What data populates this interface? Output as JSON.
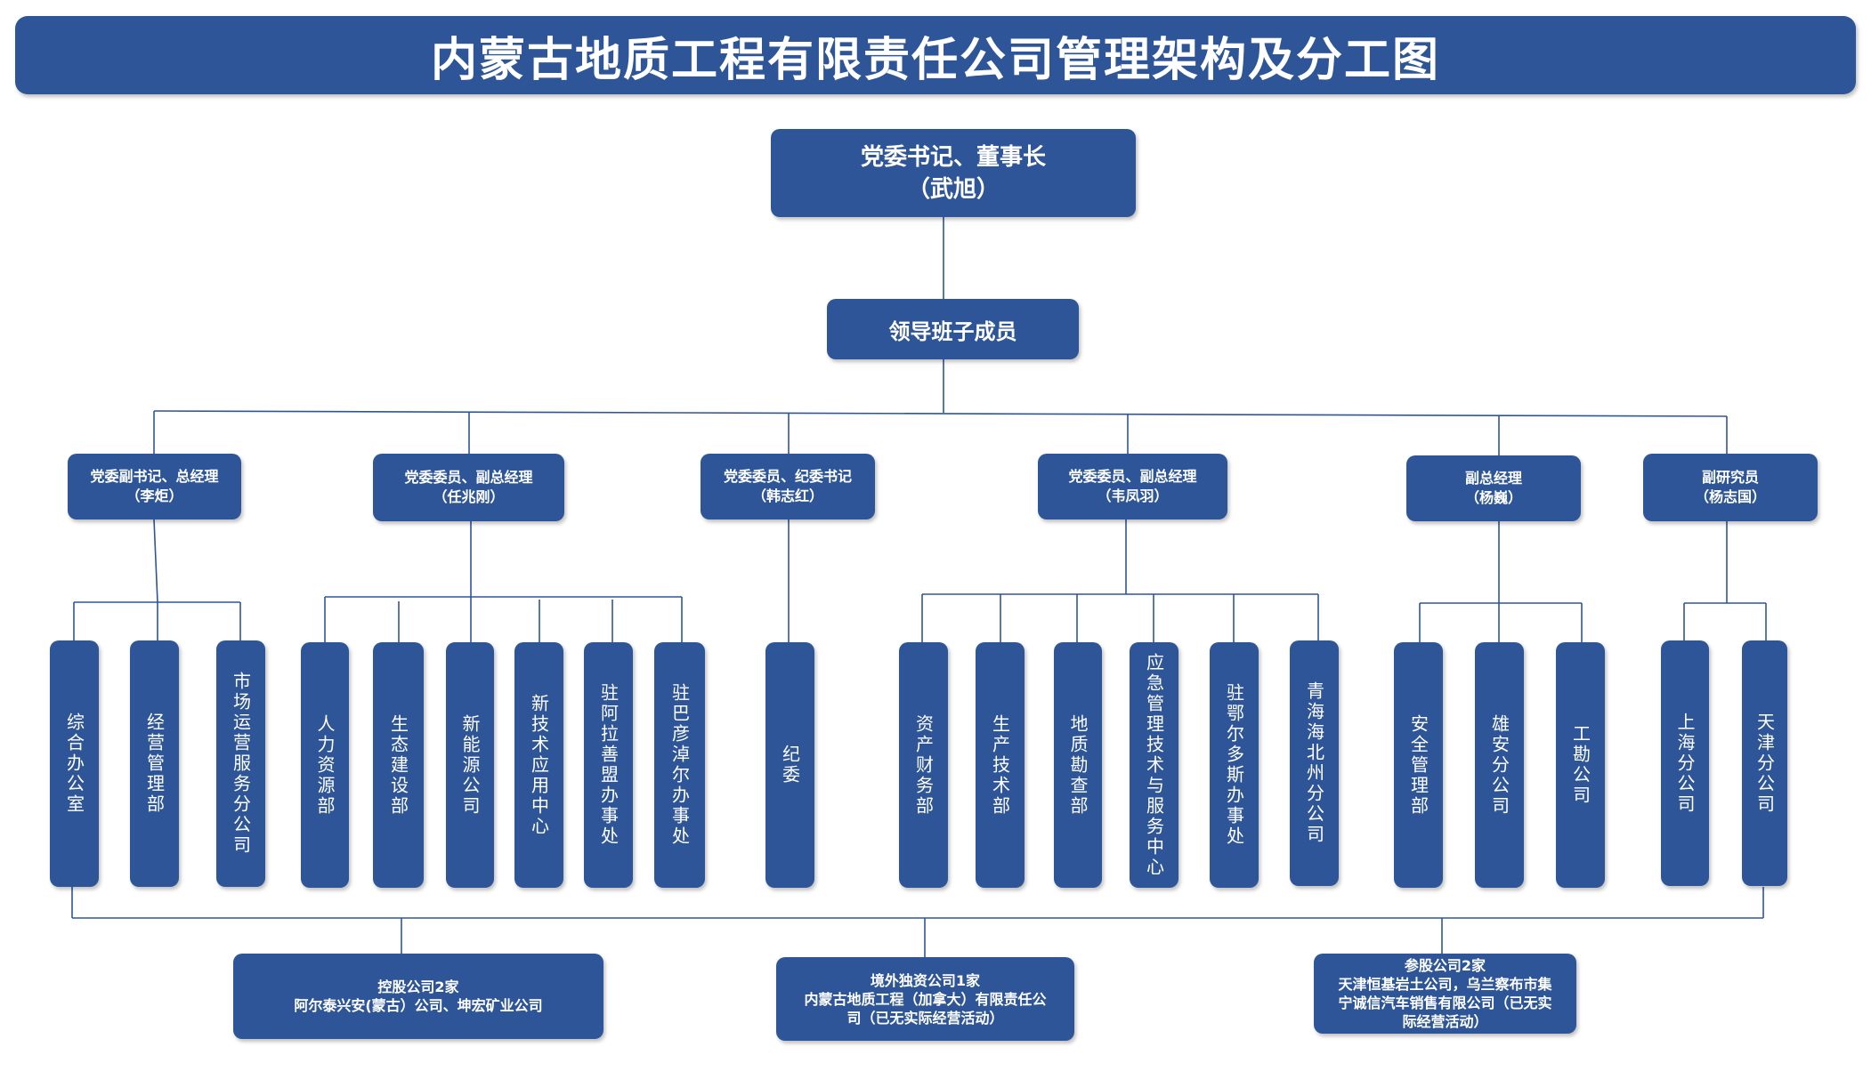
{
  "title": "内蒙古地质工程有限责任公司管理架构及分工图",
  "top": {
    "line1": "党委书记、董事长",
    "line2": "（武旭）"
  },
  "team": "领导班子成员",
  "leaders": [
    {
      "line1": "党委副书记、总经理",
      "line2": "（李炬）"
    },
    {
      "line1": "党委委员、副总经理",
      "line2": "（任兆刚）"
    },
    {
      "line1": "党委委员、纪委书记",
      "line2": "（韩志红）"
    },
    {
      "line1": "党委委员、副总经理",
      "line2": "（韦凤羽）"
    },
    {
      "line1": "副总经理",
      "line2": "（杨巍）"
    },
    {
      "line1": "副研究员",
      "line2": "（杨志国）"
    }
  ],
  "departments": [
    "综合办公室",
    "经营管理部",
    "市场运营服务分公司",
    "人力资源部",
    "生态建设部",
    "新能源公司",
    "新技术应用中心",
    "驻阿拉善盟办事处",
    "驻巴彦淖尔办事处",
    "纪委",
    "资产财务部",
    "生产技术部",
    "地质勘查部",
    "应急管理技术与服务中心",
    "驻鄂尔多斯办事处",
    "青海海北州分公司",
    "安全管理部",
    "雄安分公司",
    "工勘公司",
    "上海分公司",
    "天津分公司"
  ],
  "bottom": [
    {
      "line1": "控股公司2家",
      "line2": "阿尔泰兴安(蒙古）公司、坤宏矿业公司",
      "line3": "",
      "line4": ""
    },
    {
      "line1": "境外独资公司1家",
      "line2": "内蒙古地质工程（加拿大）有限责任公",
      "line3": "司（已无实际经营活动）",
      "line4": ""
    },
    {
      "line1": "参股公司2家",
      "line2": "天津恒基岩土公司，乌兰察布市集",
      "line3": "宁诚信汽车销售有限公司（已无实",
      "line4": "际经营活动）"
    }
  ]
}
